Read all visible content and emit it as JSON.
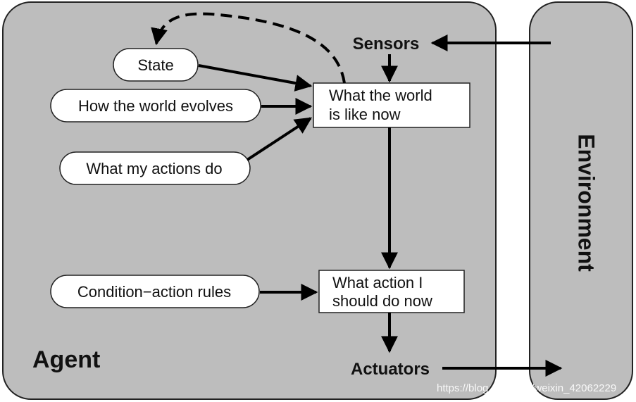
{
  "agent": {
    "label": "Agent"
  },
  "environment": {
    "label": "Environment"
  },
  "sensors": {
    "label": "Sensors"
  },
  "actuators": {
    "label": "Actuators"
  },
  "inputs": {
    "state": "State",
    "world_evolves": "How the world evolves",
    "actions_do": "What my actions do",
    "rules": "Condition−action rules"
  },
  "world_box": {
    "line1": "What the world",
    "line2": "is like now"
  },
  "action_box": {
    "line1": "What action I",
    "line2": "should do now"
  },
  "watermark": "https://blog.csdn.net/weixin_42062229",
  "colors": {
    "panel": "#bdbdbd",
    "stroke": "#222222",
    "box": "#ffffff",
    "arrow": "#000000"
  }
}
